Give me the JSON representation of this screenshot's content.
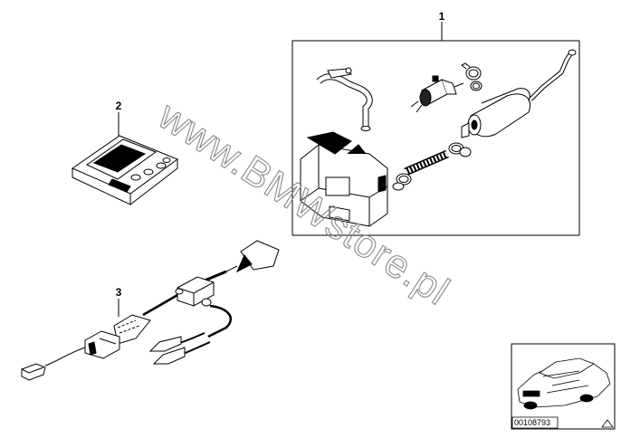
{
  "diagram": {
    "callouts": [
      {
        "id": "1",
        "label": "1"
      },
      {
        "id": "2",
        "label": "2"
      },
      {
        "id": "3",
        "label": "3"
      }
    ],
    "watermark": "www.BMWstore.pl",
    "reference_number": "00108793",
    "thumbnail_icon": "car-thumbnail-icon",
    "corner_icon": "triangle-icon"
  }
}
